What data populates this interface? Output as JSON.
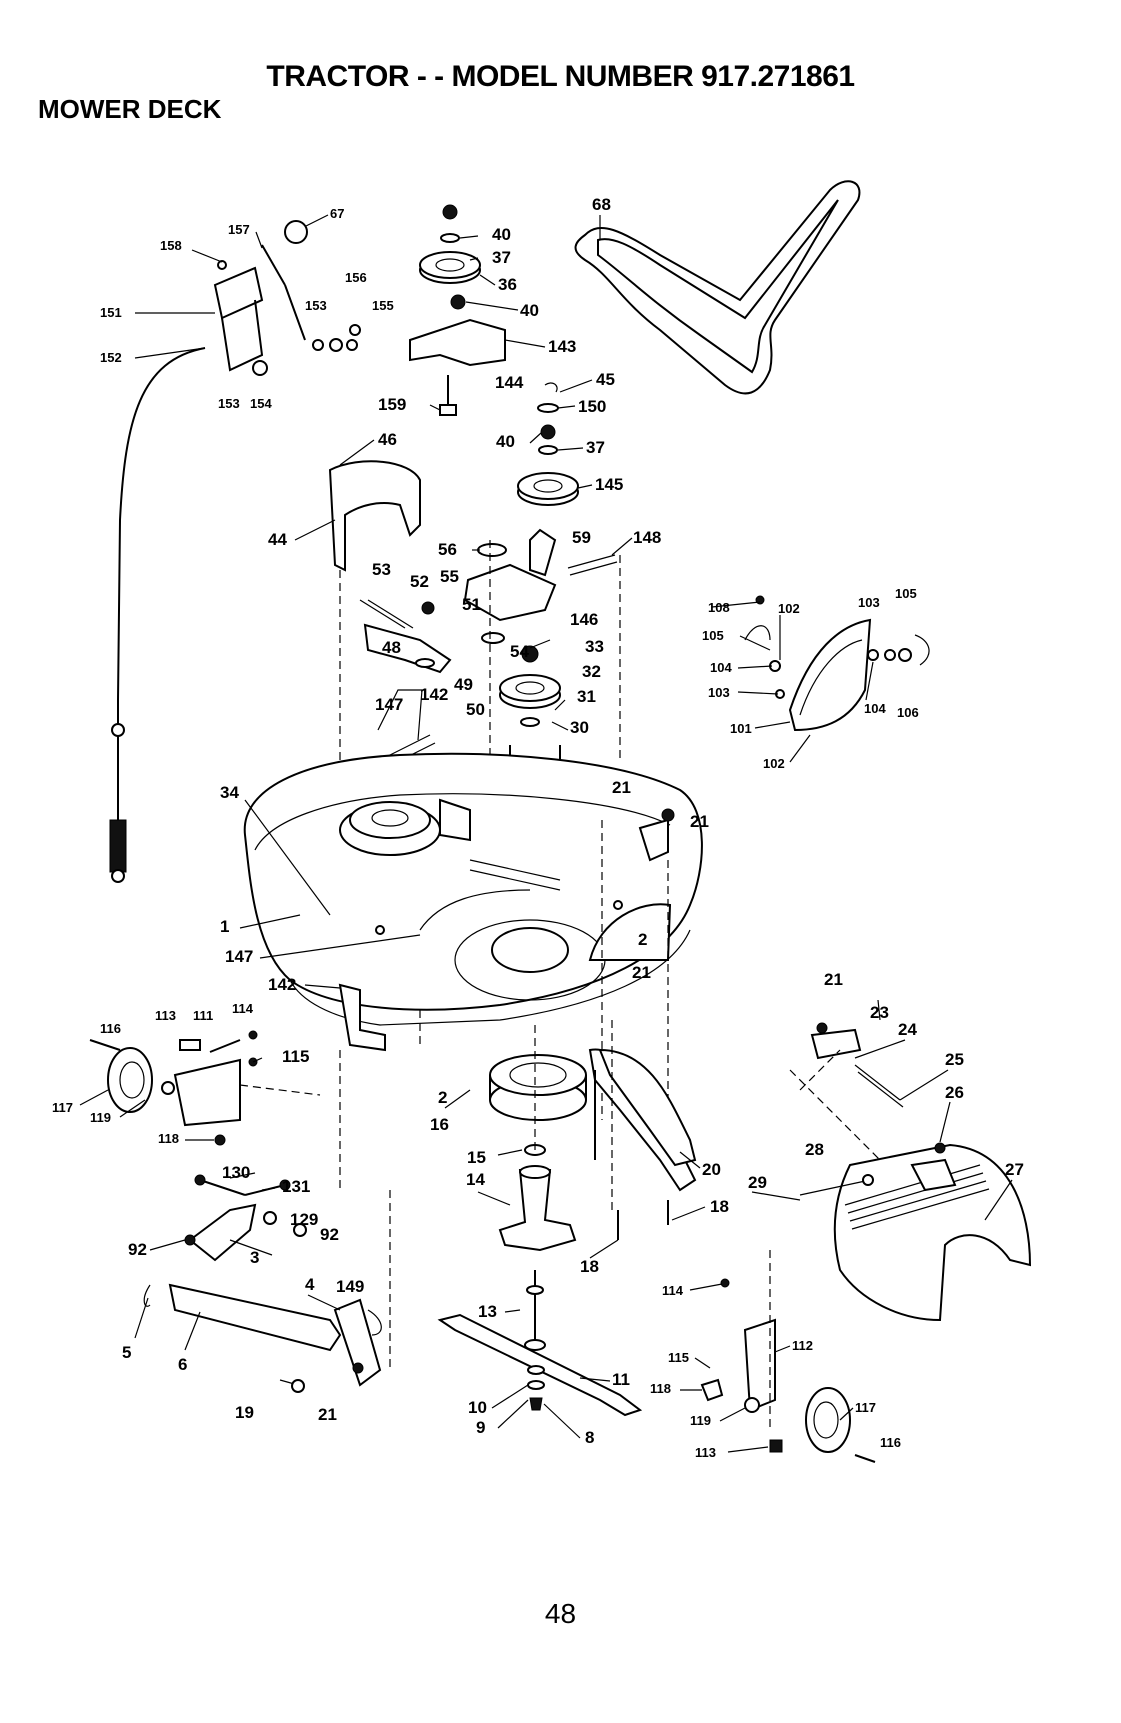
{
  "header": {
    "title": "TRACTOR - - MODEL NUMBER 917.271861",
    "section": "MOWER DECK"
  },
  "footer": {
    "page_number": "48"
  },
  "callouts": [
    "157",
    "67",
    "158",
    "151",
    "152",
    "153",
    "154",
    "153",
    "155",
    "156",
    "40",
    "37",
    "36",
    "40",
    "143",
    "144",
    "159",
    "68",
    "45",
    "150",
    "40",
    "37",
    "145",
    "46",
    "44",
    "56",
    "59",
    "148",
    "55",
    "53",
    "52",
    "51",
    "146",
    "54",
    "33",
    "32",
    "31",
    "30",
    "48",
    "49",
    "50",
    "147",
    "142",
    "34",
    "21",
    "21",
    "108",
    "102",
    "103",
    "105",
    "105",
    "104",
    "103",
    "104",
    "106",
    "101",
    "102",
    "1",
    "147",
    "142",
    "2",
    "21",
    "21",
    "116",
    "113",
    "111",
    "114",
    "115",
    "117",
    "119",
    "118",
    "2",
    "16",
    "15",
    "14",
    "20",
    "18",
    "18",
    "23",
    "24",
    "25",
    "26",
    "28",
    "27",
    "29",
    "130",
    "131",
    "129",
    "92",
    "92",
    "3",
    "5",
    "6",
    "4",
    "149",
    "19",
    "21",
    "13",
    "11",
    "10",
    "9",
    "8",
    "114",
    "112",
    "115",
    "118",
    "117",
    "119",
    "113",
    "116"
  ]
}
